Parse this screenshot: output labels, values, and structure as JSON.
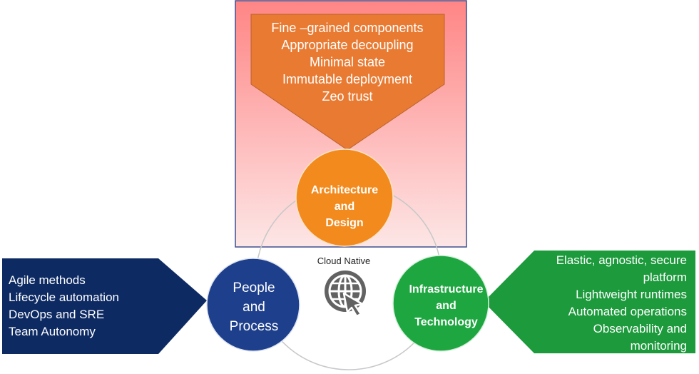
{
  "architecture": {
    "label_lines": [
      "Architecture",
      "and",
      "Design"
    ],
    "items": [
      "Fine –grained components",
      "Appropriate decoupling",
      "Minimal state",
      "Immutable deployment",
      "Zeo trust"
    ]
  },
  "people": {
    "label_lines": [
      "People",
      "and",
      "Process"
    ],
    "items": [
      "Agile methods",
      "Lifecycle automation",
      "DevOps and SRE",
      "Team Autonomy"
    ]
  },
  "infrastructure": {
    "label_lines": [
      "Infrastructure",
      "and",
      "Technology"
    ],
    "items": [
      "Elastic, agnostic, secure",
      "platform",
      "Lightweight runtimes",
      "Automated operations",
      "Observability and",
      "monitoring"
    ]
  },
  "center": {
    "label": "Cloud Native",
    "icon": "globe-cursor-icon"
  },
  "colors": {
    "architecture": "#f28a1d",
    "architecture_banner": "#e97a32",
    "people": "#1e3f8c",
    "people_banner": "#0d2a63",
    "infrastructure": "#1ea640",
    "infrastructure_banner": "#1c9a3c",
    "panel_top": "#ff8585",
    "panel_bottom": "#fde6e6"
  }
}
